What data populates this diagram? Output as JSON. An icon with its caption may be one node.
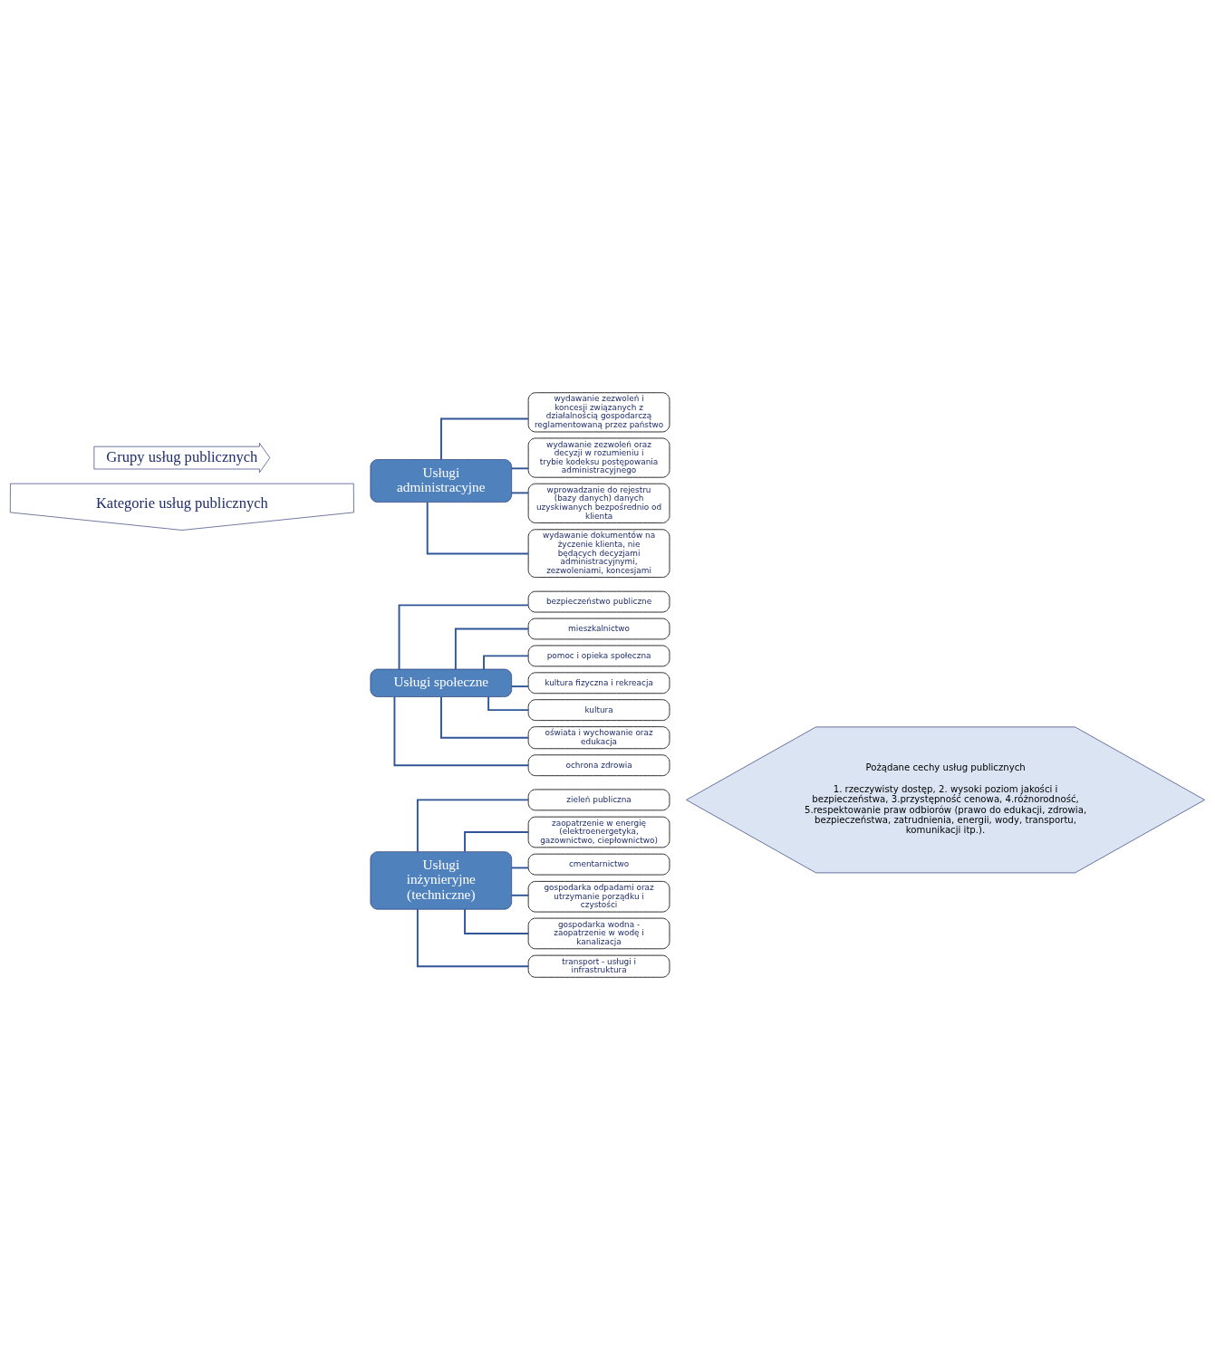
{
  "diagram": {
    "nodes": [
      {
        "text": [
          "Grupy usług publicznych"
        ]
      },
      {
        "text": [
          "Kategorie usług publicznych"
        ]
      },
      {
        "text": [
          "Usługi administracyjne"
        ]
      },
      {
        "text": [
          "wydawanie dokumentów na życzenie klienta, nie będących decyzjami administracyjnymi, zezwoleniami, koncesjami"
        ]
      },
      {
        "text": [
          "wprowadzanie do rejestru (bazy danych) danych uzyskiwanych bezpośrednio od klienta"
        ]
      },
      {
        "text": [
          "wydawanie zezwoleń oraz decyzji w rozumieniu i trybie kodeksu postępowania administracyjnego"
        ]
      },
      {
        "text": [
          "wydawanie zezwoleń i koncesji związanych z działalnością gospodarczą reglamentowaną przez państwo"
        ]
      },
      {
        "text": [
          "Usługi społeczne"
        ]
      },
      {
        "text": [
          "ochrona zdrowia"
        ]
      },
      {
        "text": [
          "oświata i wychowanie oraz edukacja"
        ]
      },
      {
        "text": [
          "kultura"
        ]
      },
      {
        "text": [
          "kultura fizyczna i rekreacja"
        ]
      },
      {
        "text": [
          "pomoc i opieka społeczna"
        ]
      },
      {
        "text": [
          "mieszkalnictwo"
        ]
      },
      {
        "text": [
          "bezpieczeństwo publiczne"
        ]
      },
      {
        "text": [
          "Usługi inżynieryjne (techniczne)"
        ]
      },
      {
        "text": [
          "transport - usługi i infrastruktura"
        ]
      },
      {
        "text": [
          "gospodarka wodna - zaopatrzenie w wodę i kanalizacja"
        ]
      },
      {
        "text": [
          "gospodarka odpadami oraz utrzymanie porządku i czystości"
        ]
      },
      {
        "text": [
          "cmentarnictwo"
        ]
      },
      {
        "text": [
          "zaopatrzenie w energię (elektroenergetyka, gazownictwo, ciepłownictwo)"
        ]
      },
      {
        "text": [
          "zieleń publiczna"
        ]
      },
      {
        "text": [
          "Pożądane cechy usług publicznych",
          "1. rzeczywisty dostęp, 2. wysoki poziom jakości i bezpieczeństwa, 3.przystępność cenowa, 4.różnorodność, 5.respektowanie praw odbiorów (prawo do edukacji, zdrowia, bezpieczeństwa, zatrudnienia, energii, wody, transportu, komunikacji itp.)."
        ]
      }
    ],
    "edges": [
      {
        "from": 2,
        "to": 3,
        "arrow": "none"
      },
      {
        "from": 2,
        "to": 4,
        "arrow": "none"
      },
      {
        "from": 2,
        "to": 5,
        "arrow": "none"
      },
      {
        "from": 2,
        "to": 6,
        "arrow": "none"
      },
      {
        "from": 7,
        "to": 8,
        "arrow": "none"
      },
      {
        "from": 7,
        "to": 9,
        "arrow": "none"
      },
      {
        "from": 7,
        "to": 10,
        "arrow": "none"
      },
      {
        "from": 7,
        "to": 11,
        "arrow": "none"
      },
      {
        "from": 7,
        "to": 12,
        "arrow": "none"
      },
      {
        "from": 7,
        "to": 13,
        "arrow": "none"
      },
      {
        "from": 7,
        "to": 14,
        "arrow": "none"
      },
      {
        "from": 15,
        "to": 16,
        "arrow": "none"
      },
      {
        "from": 15,
        "to": 17,
        "arrow": "none"
      },
      {
        "from": 15,
        "to": 18,
        "arrow": "none"
      },
      {
        "from": 15,
        "to": 19,
        "arrow": "none"
      },
      {
        "from": 15,
        "to": 20,
        "arrow": "none"
      },
      {
        "from": 15,
        "to": 21,
        "arrow": "none"
      }
    ]
  }
}
